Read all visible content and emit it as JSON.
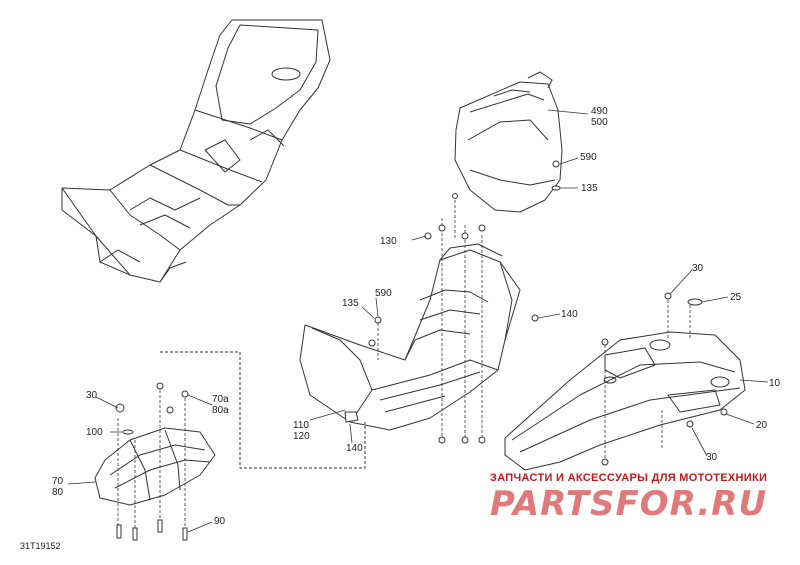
{
  "labels": {
    "l490": "490",
    "l500": "500",
    "l590a": "590",
    "l135a": "135",
    "l130": "130",
    "l135b": "135",
    "l590b": "590",
    "l140a": "140",
    "l110": "110",
    "l120": "120",
    "l140b": "140",
    "l30a": "30",
    "l25": "25",
    "l10": "10",
    "l20": "20",
    "l30b": "30",
    "l30c": "30",
    "l70a": "70a",
    "l80a": "80a",
    "l100": "100",
    "l70": "70",
    "l80": "80",
    "l90": "90"
  },
  "figure_id": "31T19152",
  "watermark": {
    "tagline": "ЗАПЧАСТИ И АКСЕССУАРЫ ДЛЯ МОТОТЕХНИКИ",
    "logo": "PARTSFOR.RU"
  },
  "colors": {
    "line": "#333333",
    "watermark_red": "#c61a1a"
  }
}
